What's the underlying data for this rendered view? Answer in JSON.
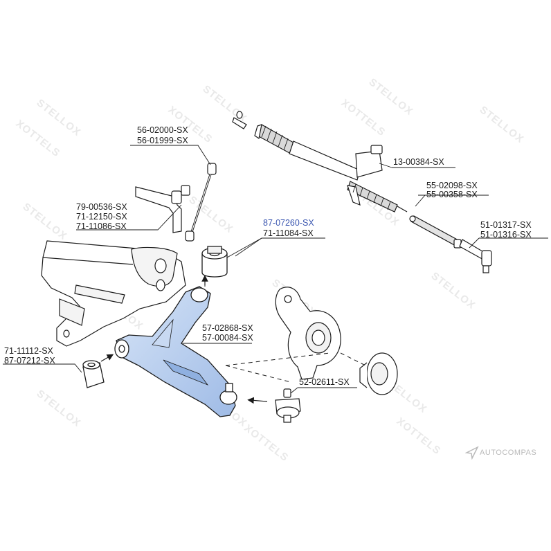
{
  "watermark": {
    "text": "STELLOX",
    "mirrored_text": "XOTTELS"
  },
  "labels": {
    "p56_02000": "56-02000-SX",
    "p56_01999": "56-01999-SX",
    "p13_00384": "13-00384-SX",
    "p55_02098": "55-02098-SX",
    "p55_00358": "55-00358-SX",
    "p79_00536": "79-00536-SX",
    "p71_12150": "71-12150-SX",
    "p71_11086": "71-11086-SX",
    "p87_07260": "87-07260-SX",
    "p71_11084": "71-11084-SX",
    "p51_01317": "51-01317-SX",
    "p51_01316": "51-01316-SX",
    "p57_02868": "57-02868-SX",
    "p57_00084": "57-00084-SX",
    "p71_11112": "71-11112-SX",
    "p87_07212": "87-07212-SX",
    "p52_02611": "52-02611-SX"
  },
  "brand": {
    "text": "AUTOCOMPAS",
    "icon": "compass-logo-icon"
  },
  "colors": {
    "control_arm": "#b5cdef",
    "highlight_label": "#3a56b0",
    "line": "#1a1a1a",
    "watermark": "#e9e9e9"
  }
}
